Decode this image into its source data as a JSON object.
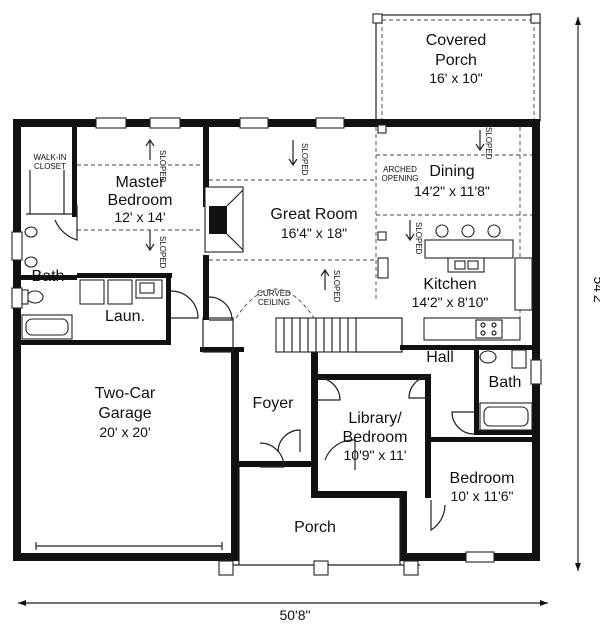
{
  "rooms": {
    "covered_porch": {
      "name_1": "Covered",
      "name_2": "Porch",
      "size": "16' x 10\""
    },
    "walk_in_closet": {
      "name_1": "WALK-IN",
      "name_2": "CLOSET"
    },
    "master_bedroom": {
      "name_1": "Master",
      "name_2": "Bedroom",
      "size": "12' x 14'"
    },
    "great_room": {
      "name": "Great Room",
      "size": "16'4\" x 18\""
    },
    "dining": {
      "name": "Dining",
      "size": "14'2\" x 11'8\""
    },
    "kitchen": {
      "name": "Kitchen",
      "size": "14'2\" x 8'10\""
    },
    "master_bath": {
      "name": "Bath"
    },
    "laundry": {
      "name": "Laun."
    },
    "garage": {
      "name_1": "Two-Car",
      "name_2": "Garage",
      "size": "20' x 20'"
    },
    "foyer": {
      "name": "Foyer"
    },
    "library": {
      "name_1": "Library/",
      "name_2": "Bedroom",
      "size": "10'9\" x 11'"
    },
    "hall": {
      "name": "Hall"
    },
    "hall_bath": {
      "name": "Bath"
    },
    "bedroom": {
      "name": "Bedroom",
      "size": "10' x 11'6\""
    },
    "porch": {
      "name": "Porch"
    }
  },
  "notes": {
    "sloped": "SLOPED",
    "arched_1": "ARCHED",
    "arched_2": "OPENING",
    "curved_1": "CURVED",
    "curved_2": "CEILING"
  },
  "dimensions": {
    "width": "50'8\"",
    "depth": "54'2\""
  }
}
